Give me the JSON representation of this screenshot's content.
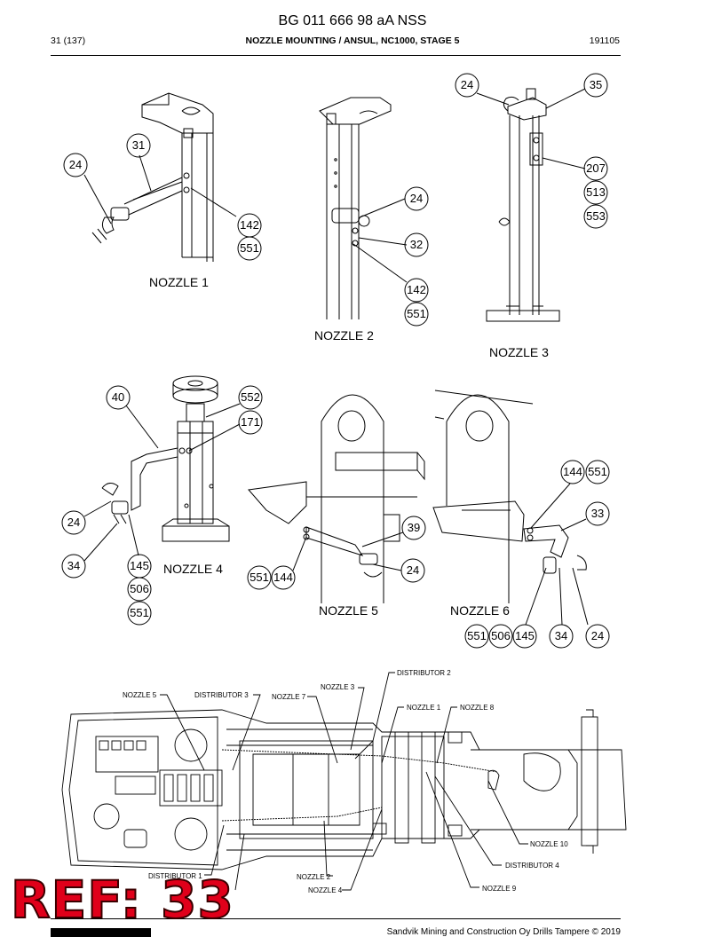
{
  "header": {
    "doc_id": "BG 011 666 98 aA NSS",
    "page": "31 (137)",
    "section": "NOZZLE MOUNTING / ANSUL, NC1000, STAGE 5",
    "date": "191105"
  },
  "views": {
    "nozzle1": {
      "title": "NOZZLE 1",
      "callouts": [
        "31",
        "24",
        "142",
        "551"
      ]
    },
    "nozzle2": {
      "title": "NOZZLE 2",
      "callouts": [
        "24",
        "32",
        "142",
        "551"
      ]
    },
    "nozzle3": {
      "title": "NOZZLE 3",
      "callouts": [
        "24",
        "35",
        "207",
        "513",
        "553"
      ]
    },
    "nozzle4": {
      "title": "NOZZLE 4",
      "callouts": [
        "40",
        "552",
        "171",
        "24",
        "34",
        "145",
        "506",
        "551"
      ]
    },
    "nozzle5": {
      "title": "NOZZLE 5",
      "callouts": [
        "39",
        "24",
        "551",
        "144"
      ]
    },
    "nozzle6": {
      "title": "NOZZLE 6",
      "callouts": [
        "144",
        "551",
        "33",
        "551",
        "506",
        "145",
        "34",
        "24"
      ]
    }
  },
  "overview": {
    "labels": {
      "nozzle5": "NOZZLE 5",
      "distributor3": "DISTRIBUTOR 3",
      "nozzle7": "NOZZLE 7",
      "nozzle3": "NOZZLE 3",
      "distributor2": "DISTRIBUTOR 2",
      "nozzle1": "NOZZLE 1",
      "nozzle8": "NOZZLE 8",
      "nozzle10": "NOZZLE 10",
      "distributor4": "DISTRIBUTOR 4",
      "nozzle9": "NOZZLE 9",
      "distributor1": "DISTRIBUTOR 1",
      "nozzle2": "NOZZLE 2",
      "nozzle4": "NOZZLE 4"
    }
  },
  "overlay": {
    "ref": "REF: 33"
  },
  "footer": {
    "copyright": "Sandvik Mining and Construction Oy Drills Tampere © 2019"
  }
}
